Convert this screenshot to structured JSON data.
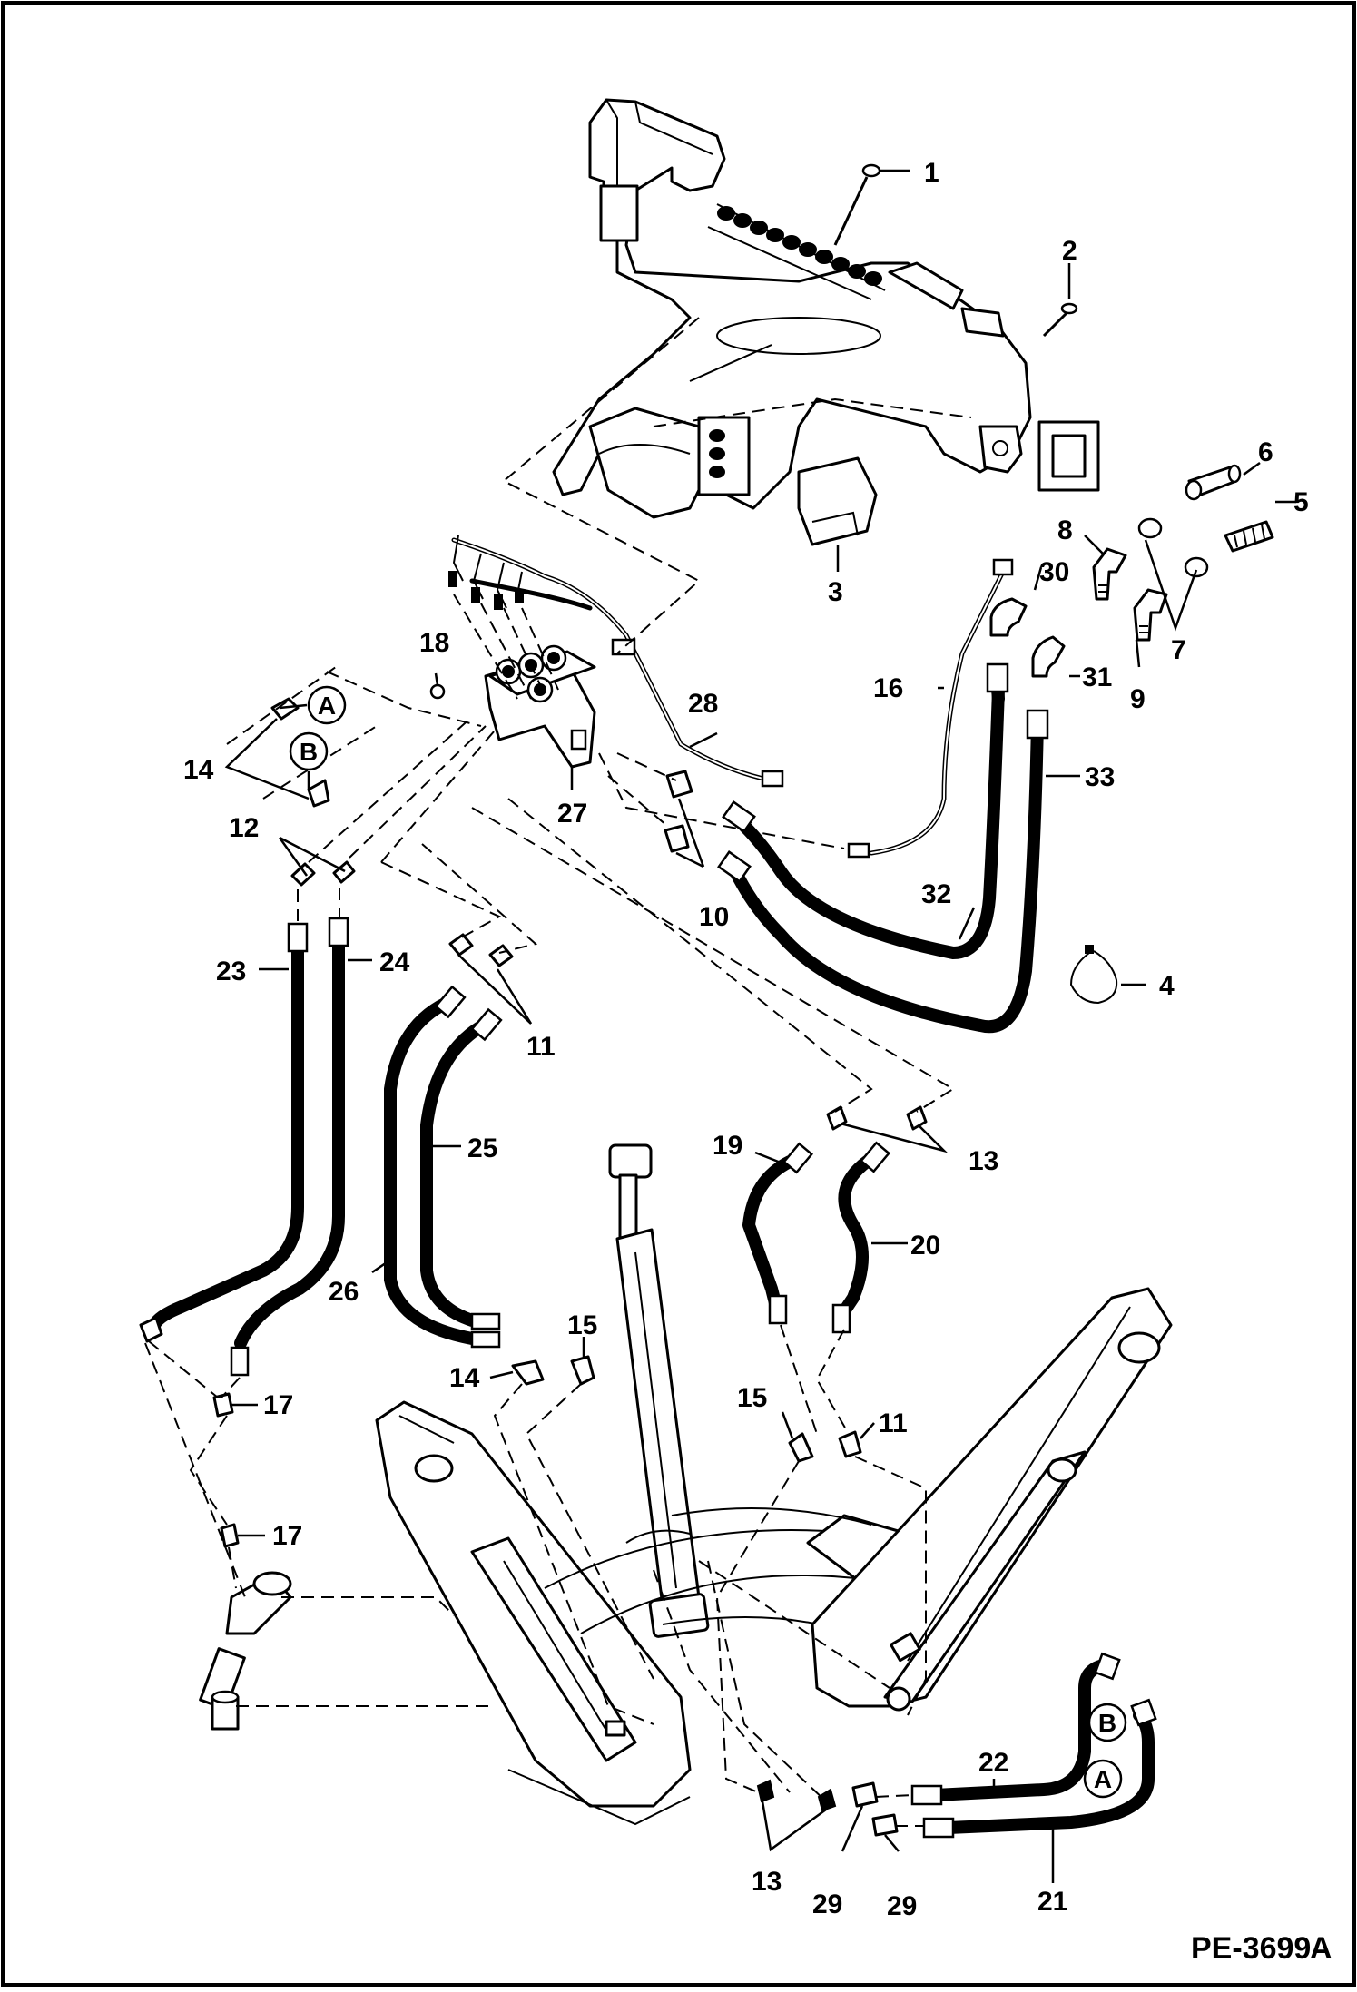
{
  "diagram": {
    "figure_ref": "PE-3699",
    "figure_suffix": "A",
    "callouts": {
      "c1": "1",
      "c2": "2",
      "c3": "3",
      "c4": "4",
      "c5": "5",
      "c6": "6",
      "c7": "7",
      "c8": "8",
      "c9": "9",
      "c10": "10",
      "c11a": "11",
      "c11b": "11",
      "c12": "12",
      "c13a": "13",
      "c13b": "13",
      "c14a": "14",
      "c14b": "14",
      "c15a": "15",
      "c15b": "15",
      "c16": "16",
      "c17a": "17",
      "c17b": "17",
      "c18": "18",
      "c19": "19",
      "c20": "20",
      "c21": "21",
      "c22": "22",
      "c23": "23",
      "c24": "24",
      "c25": "25",
      "c26": "26",
      "c27": "27",
      "c28": "28",
      "c29a": "29",
      "c29b": "29",
      "c30": "30",
      "c31": "31",
      "c32": "32",
      "c33": "33"
    },
    "connectors": {
      "a1": "A",
      "b1": "B",
      "a2": "A",
      "b2": "B"
    }
  }
}
